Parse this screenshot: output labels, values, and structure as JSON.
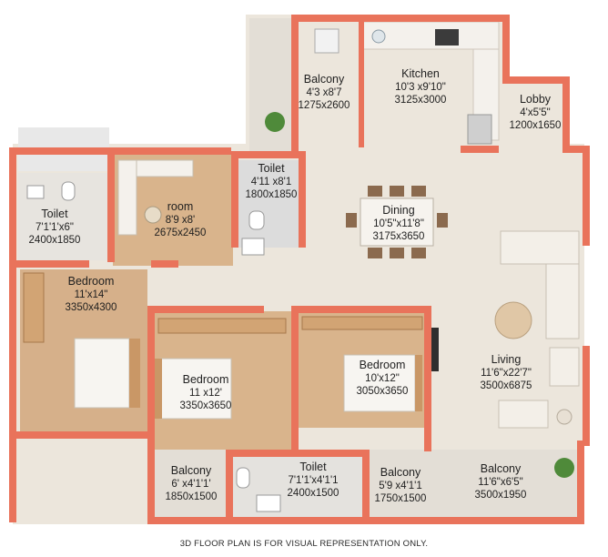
{
  "footer_note": "3D FLOOR PLAN IS FOR VISUAL REPRESENTATION ONLY.",
  "colors": {
    "wall": "#e9735b",
    "floor_tile": "#ece6dc",
    "floor_wood": "#d9b48c",
    "bed_wood": "#c99766",
    "balcony": "#e3ded6",
    "sofa": "#f3efe8",
    "plant": "#4f8a3a"
  },
  "rooms": [
    {
      "id": "balcony-top",
      "name": "Balcony",
      "dims": "4'3 x8'7",
      "mm": "1275x2600"
    },
    {
      "id": "kitchen",
      "name": "Kitchen",
      "dims": "10'3 x9'10\"",
      "mm": "3125x3000"
    },
    {
      "id": "lobby",
      "name": "Lobby",
      "dims": "4'x5'5\"",
      "mm": "1200x1650"
    },
    {
      "id": "toilet-left",
      "name": "Toilet",
      "dims": "7'1'1'x6\"",
      "mm": "2400x1850"
    },
    {
      "id": "room",
      "name": "room",
      "dims": "8'9 x8'",
      "mm": "2675x2450"
    },
    {
      "id": "toilet-mid",
      "name": "Toilet",
      "dims": "4'11 x8'1",
      "mm": "1800x1850"
    },
    {
      "id": "dining",
      "name": "Dining",
      "dims": "10'5\"x11'8\"",
      "mm": "3175x3650"
    },
    {
      "id": "bedroom-left",
      "name": "Bedroom",
      "dims": "11'x14\"",
      "mm": "3350x4300"
    },
    {
      "id": "bedroom-center",
      "name": "Bedroom",
      "dims": "11 x12'",
      "mm": "3350x3650"
    },
    {
      "id": "bedroom-right",
      "name": "Bedroom",
      "dims": "10'x12\"",
      "mm": "3050x3650"
    },
    {
      "id": "living",
      "name": "Living",
      "dims": "11'6\"x22'7\"",
      "mm": "3500x6875"
    },
    {
      "id": "balcony-bl",
      "name": "Balcony",
      "dims": "6' x4'1'1'",
      "mm": "1850x1500"
    },
    {
      "id": "toilet-bottom",
      "name": "Toilet",
      "dims": "7'1'1'x4'1'1",
      "mm": "2400x1500"
    },
    {
      "id": "balcony-bm",
      "name": "Balcony",
      "dims": "5'9 x4'1'1",
      "mm": "1750x1500"
    },
    {
      "id": "balcony-br",
      "name": "Balcony",
      "dims": "11'6\"x6'5\"",
      "mm": "3500x1950"
    }
  ]
}
